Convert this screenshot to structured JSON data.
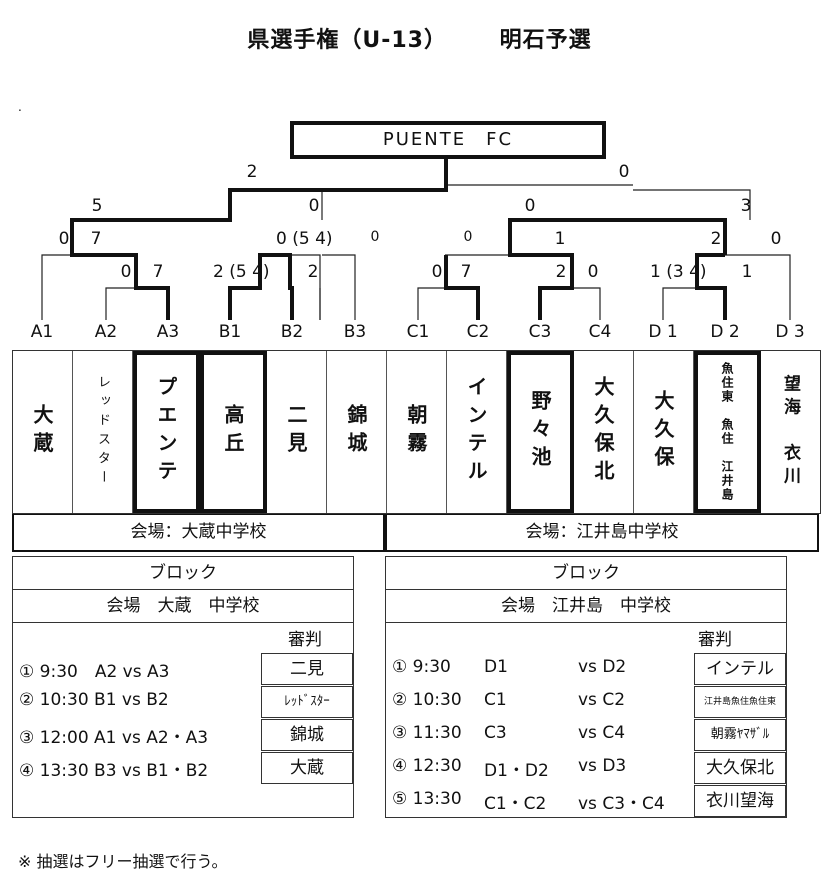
{
  "title": "県選手権（U-13）",
  "subtitle": "明石予選",
  "dot": ".",
  "champion": "PUENTE　FC",
  "scores": {
    "final_left": "2",
    "final_right": "0",
    "sf_left_l": "5",
    "sf_left_r": "0",
    "sf_right_l": "0",
    "sf_right_r": "3",
    "qa_l1": "0",
    "qa_l2": "7",
    "qa_r": "0 (5 4)",
    "qa_r2": "0",
    "qc_l1": "0",
    "qc_l2": "1",
    "qc_r1": "2",
    "qc_r2": "0",
    "a23_l": "0",
    "a23_r": "7",
    "b12_l": "2 (5 4)",
    "b12_r": "2",
    "c12_l": "0",
    "c12_r": "7",
    "c34_l": "2",
    "c34_r": "0",
    "d12_l": "1 (3 4)",
    "d12_r": "1"
  },
  "slots": [
    "A1",
    "A2",
    "A3",
    "B1",
    "B2",
    "B3",
    "C1",
    "C2",
    "C3",
    "C4",
    "D 1",
    "D 2",
    "D 3"
  ],
  "teams": [
    "大蔵",
    "レッドスター",
    "プエンテ",
    "高丘",
    "二見",
    "錦城",
    "朝霧",
    "インテル",
    "野々池",
    "大久保北",
    "大久保",
    "魚住東　魚住　江井島",
    "望海　衣川"
  ],
  "venues": [
    "会場：大蔵中学校",
    "会場：江井島中学校"
  ],
  "left_panel": {
    "block": "ブロック",
    "venue": "会場　大蔵　中学校",
    "referee_head": "審判",
    "rows": [
      {
        "text": "①  9:30　A2 vs A3",
        "ref": "二見"
      },
      {
        "text": "②  10:30  B1 vs B2",
        "ref": "ﾚｯﾄﾞｽﾀｰ"
      },
      {
        "text": "③  12:00  A1 vs A2・A3",
        "ref": "錦城"
      },
      {
        "text": "④  13:30  B3 vs B1・B2",
        "ref": "大蔵"
      }
    ]
  },
  "right_panel": {
    "block": "ブロック",
    "venue": "会場　江井島　中学校",
    "referee_head": "審判",
    "rows": [
      {
        "no": "①  9:30",
        "a": "D1",
        "b": "vs D2",
        "ref": "インテル"
      },
      {
        "no": "②  10:30",
        "a": "C1",
        "b": "vs C2",
        "ref": "江井島魚住魚住東"
      },
      {
        "no": "③  11:30",
        "a": "C3",
        "b": "vs C4",
        "ref": "朝霧ﾔﾏｻﾞﾙ"
      },
      {
        "no": "④  12:30",
        "a": "D1・D2",
        "b": "vs D3",
        "ref": "大久保北"
      },
      {
        "no": "⑤  13:30",
        "a": "C1・C2",
        "b": "vs C3・C4",
        "ref": "衣川望海"
      }
    ]
  },
  "note": "※  抽選はフリー抽選で行う。"
}
